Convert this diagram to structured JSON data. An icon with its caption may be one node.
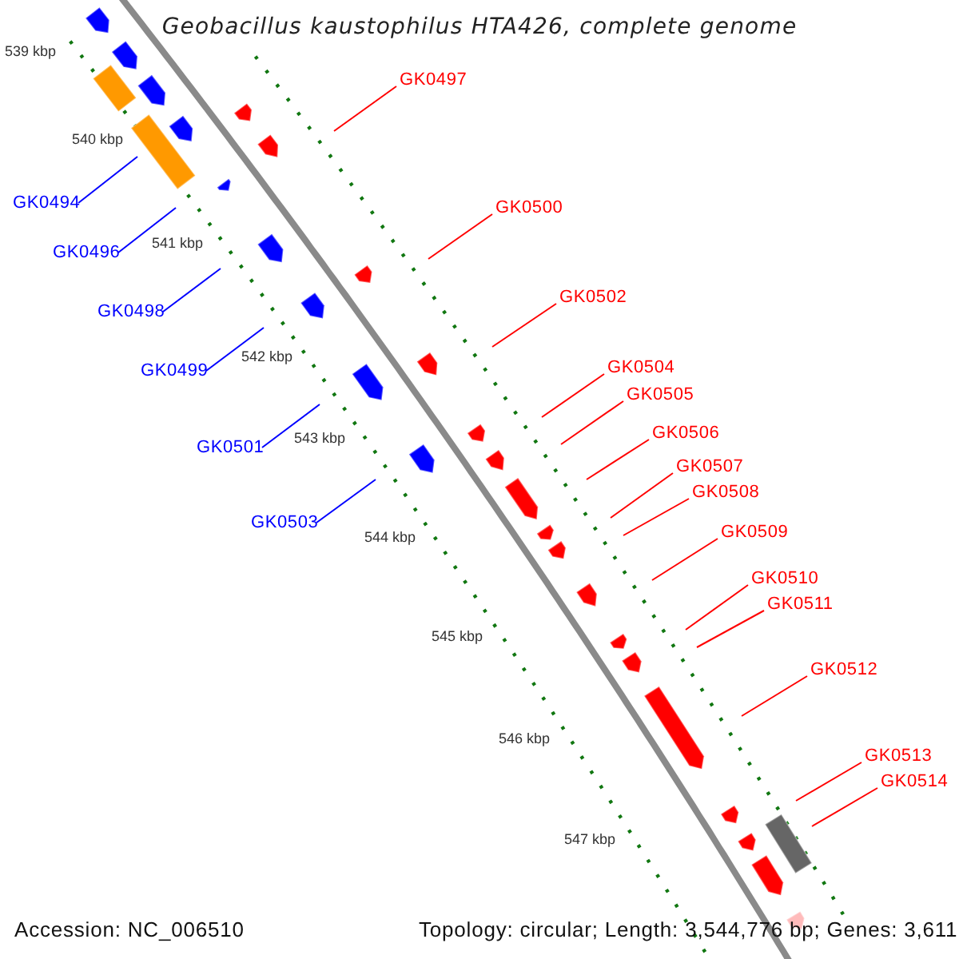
{
  "diagram": {
    "title": "Geobacillus kaustophilus HTA426, complete genome",
    "nodes": [
      {
        "text": [
          "GK0497"
        ]
      },
      {
        "text": [
          "GK0494"
        ]
      },
      {
        "text": [
          "GK0500"
        ]
      },
      {
        "text": [
          "GK0496"
        ]
      },
      {
        "text": [
          "GK0502"
        ]
      },
      {
        "text": [
          "GK0498"
        ]
      },
      {
        "text": [
          "GK0504"
        ]
      },
      {
        "text": [
          "GK0499"
        ]
      },
      {
        "text": [
          "GK0505"
        ]
      },
      {
        "text": [
          "GK0506"
        ]
      },
      {
        "text": [
          "GK0501"
        ]
      },
      {
        "text": [
          "GK0507"
        ]
      },
      {
        "text": [
          "GK0508"
        ]
      },
      {
        "text": [
          "GK0503"
        ]
      },
      {
        "text": [
          "GK0509"
        ]
      },
      {
        "text": [
          "GK0510"
        ]
      },
      {
        "text": [
          "GK0511"
        ]
      },
      {
        "text": [
          "GK0512"
        ]
      },
      {
        "text": [
          "GK0513"
        ]
      },
      {
        "text": [
          "GK0514"
        ]
      }
    ],
    "edges": [
      {
        "from": 0,
        "to": null,
        "arrow": "none"
      },
      {
        "from": 1,
        "to": null,
        "arrow": "none",
        "color": "#0000ff"
      },
      {
        "from": 2,
        "to": null,
        "arrow": "none"
      },
      {
        "from": 3,
        "to": null,
        "arrow": "none",
        "color": "#0000ff"
      },
      {
        "from": 4,
        "to": null,
        "arrow": "none"
      },
      {
        "from": 5,
        "to": null,
        "arrow": "none",
        "color": "#0000ff"
      },
      {
        "from": 6,
        "to": null,
        "arrow": "none"
      },
      {
        "from": 7,
        "to": null,
        "arrow": "none",
        "color": "#0000ff"
      },
      {
        "from": 8,
        "to": null,
        "arrow": "none"
      },
      {
        "from": 9,
        "to": null,
        "arrow": "none"
      },
      {
        "from": 10,
        "to": null,
        "arrow": "none",
        "color": "#0000ff"
      },
      {
        "from": 11,
        "to": null,
        "arrow": "none"
      },
      {
        "from": 12,
        "to": null,
        "arrow": "none"
      },
      {
        "from": 13,
        "to": null,
        "arrow": "none",
        "color": "#0000ff"
      },
      {
        "from": 14,
        "to": null,
        "arrow": "none"
      },
      {
        "from": 15,
        "to": null,
        "arrow": "none"
      },
      {
        "from": 16,
        "to": null,
        "arrow": "none"
      },
      {
        "from": 17,
        "to": null,
        "arrow": "none"
      },
      {
        "from": 18,
        "to": null,
        "arrow": "none"
      },
      {
        "from": 19,
        "to": null,
        "arrow": "none"
      }
    ],
    "labels": [
      "539 kbp",
      "540 kbp",
      "541 kbp",
      "542 kbp",
      "543 kbp",
      "544 kbp",
      "545 kbp",
      "546 kbp",
      "547 kbp",
      "Accession: NC_006510",
      "Topology: circular; Length: 3,544,776 bp; Genes: 3,611"
    ]
  }
}
